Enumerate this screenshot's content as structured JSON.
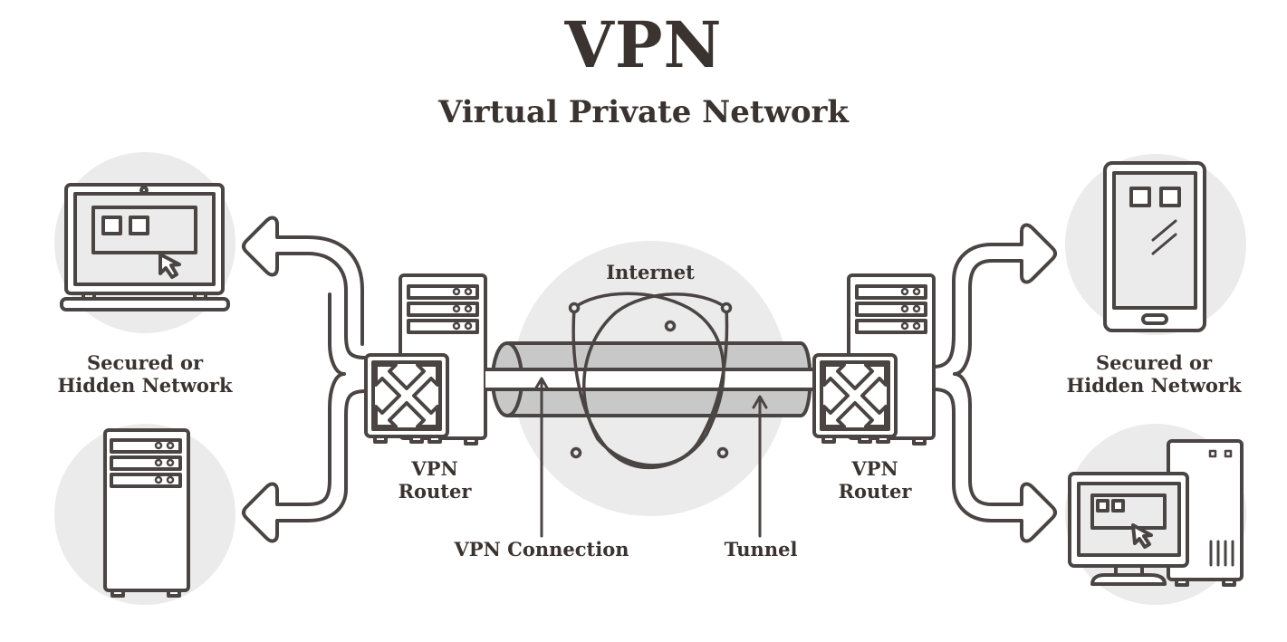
{
  "title": "VPN",
  "subtitle": "Virtual Private Network",
  "labels": {
    "left_network": [
      "Secured or",
      "Hidden Network"
    ],
    "right_network": [
      "Secured or",
      "Hidden Network"
    ],
    "left_router": [
      "VPN",
      "Router"
    ],
    "right_router": [
      "VPN",
      "Router"
    ],
    "internet": "Internet",
    "vpn_connection": "VPN Connection",
    "tunnel": "Tunnel"
  },
  "colors": {
    "stroke": "#4a4543",
    "text": "#3a3330",
    "circle_bg": "#ebebeb",
    "tunnel_fill": "#c8c8c8",
    "background": "#ffffff"
  }
}
